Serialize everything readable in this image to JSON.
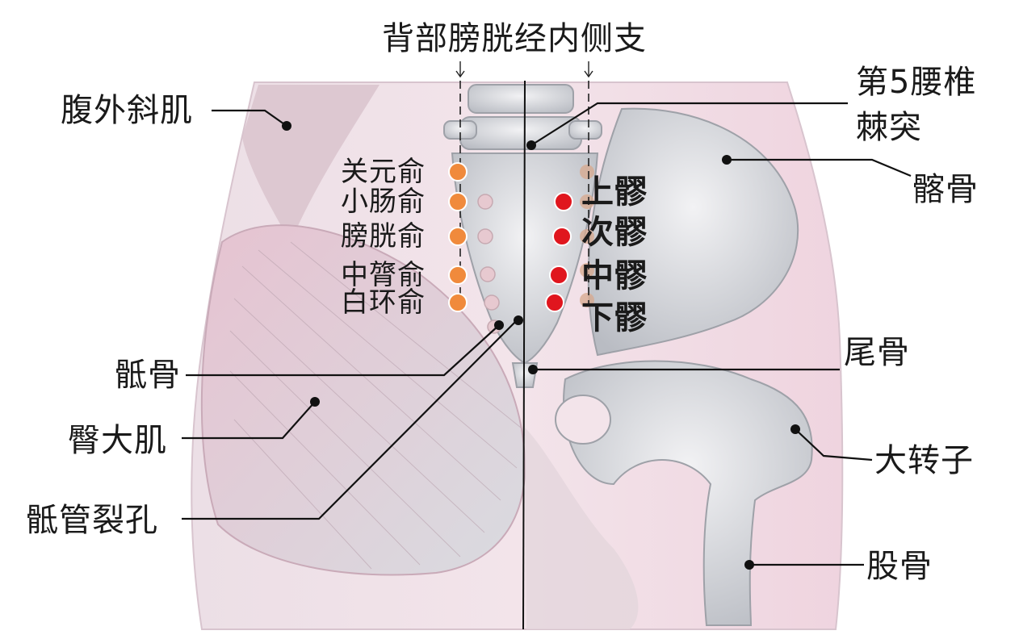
{
  "diagram": {
    "labels": {
      "top_branch": "背部膀胱经内侧支",
      "waiwai": "腹外斜肌",
      "l5_line1": "第5腰椎",
      "l5_line2": "棘突",
      "ilium": "髂骨",
      "sacrum": "骶骨",
      "coccyx": "尾骨",
      "gluteus": "臀大肌",
      "trochanter": "大转子",
      "hiatus": "骶管裂孔",
      "femur": "股骨"
    },
    "points_left": [
      "关元俞",
      "小肠俞",
      "膀胱俞",
      "中膂俞",
      "白环俞"
    ],
    "points_right": [
      "上髎",
      "次髎",
      "中髎",
      "下髎"
    ],
    "colors": {
      "orange_point": "#f08a3c",
      "red_point": "#e0161e",
      "muscle_pink": "#e9b7c8",
      "bone_grey": "#c9cbd0",
      "leader_line": "#111111"
    }
  }
}
